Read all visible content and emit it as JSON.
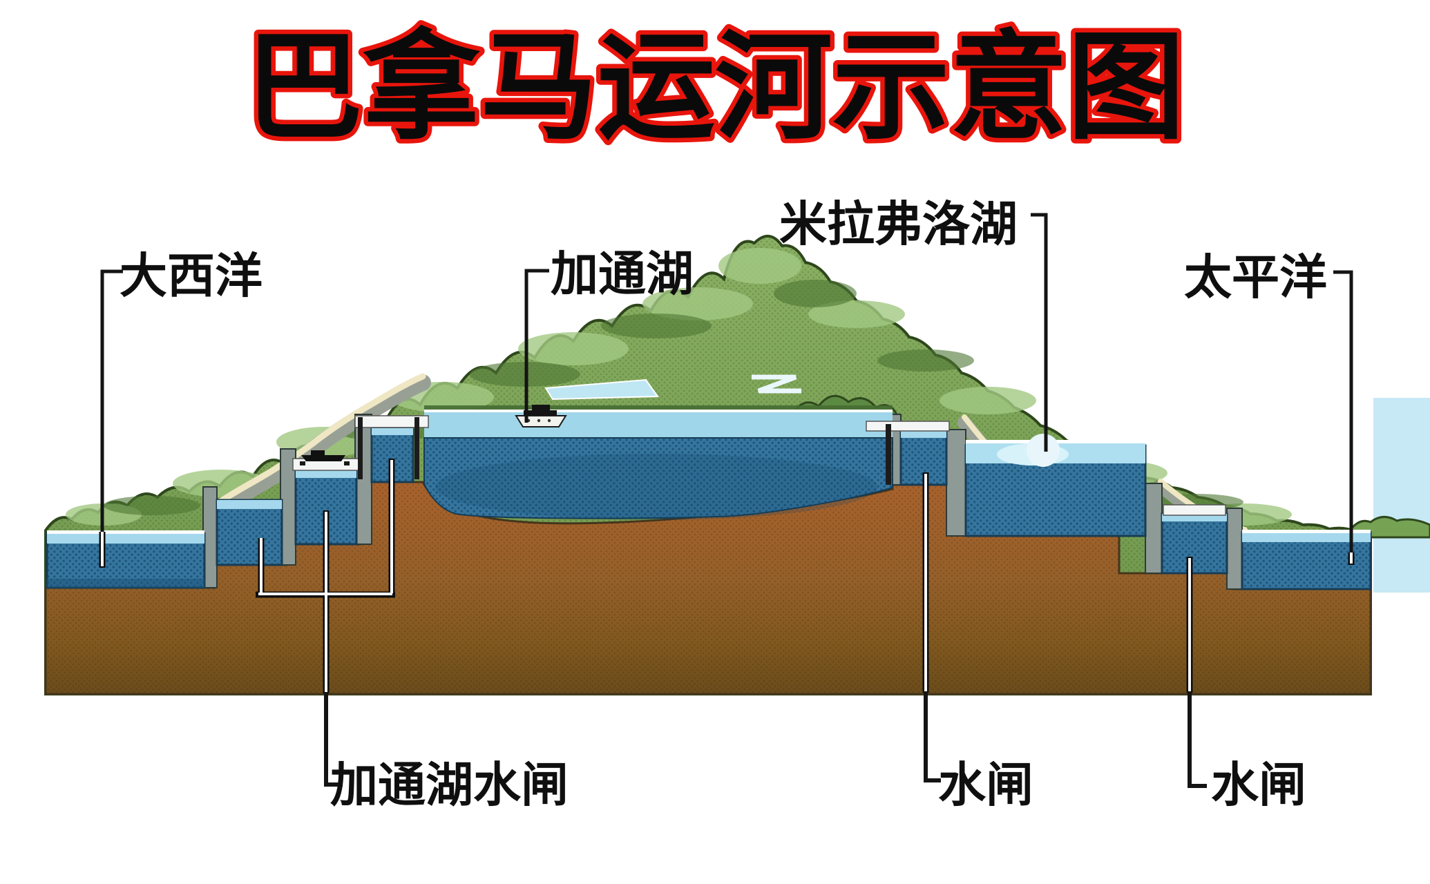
{
  "title": "巴拿马运河示意图",
  "labels": {
    "atlantic": "大西洋",
    "gatun_lake": "加通湖",
    "miraflores_lake": "米拉弗洛湖",
    "pacific": "太平洋",
    "gatun_locks": "加通湖水闸",
    "lock_1": "水闸",
    "lock_2": "水闸"
  },
  "colors": {
    "title_fill": "#0a0a0a",
    "title_outline": "#e8150c",
    "label_text": "#0f0f0f",
    "water": "#35759e",
    "water_dot": "#1f567c",
    "water_surface_band": "#a5d8ec",
    "lake_surface_band": "#9fd6ea",
    "miraflores_surface": "#aedff0",
    "far_sea": "#c6e9f5",
    "earth_top": "#a9622c",
    "earth_bottom": "#6b4c1b",
    "hill_green": "#7aa458",
    "hill_outline": "#2e481c",
    "lock_wall_gray": "#8e9a95",
    "gate_white": "#f4f6f5",
    "canal_path_cream": "#efe7c3",
    "leader_line": "#141414"
  },
  "scene": {
    "type": "cross-section schematic",
    "subject": "Panama Canal water levels, lakes and lock steps between Atlantic and Pacific",
    "features": [
      "ship on Gatun Lake",
      "small boat inside lock chamber"
    ]
  }
}
